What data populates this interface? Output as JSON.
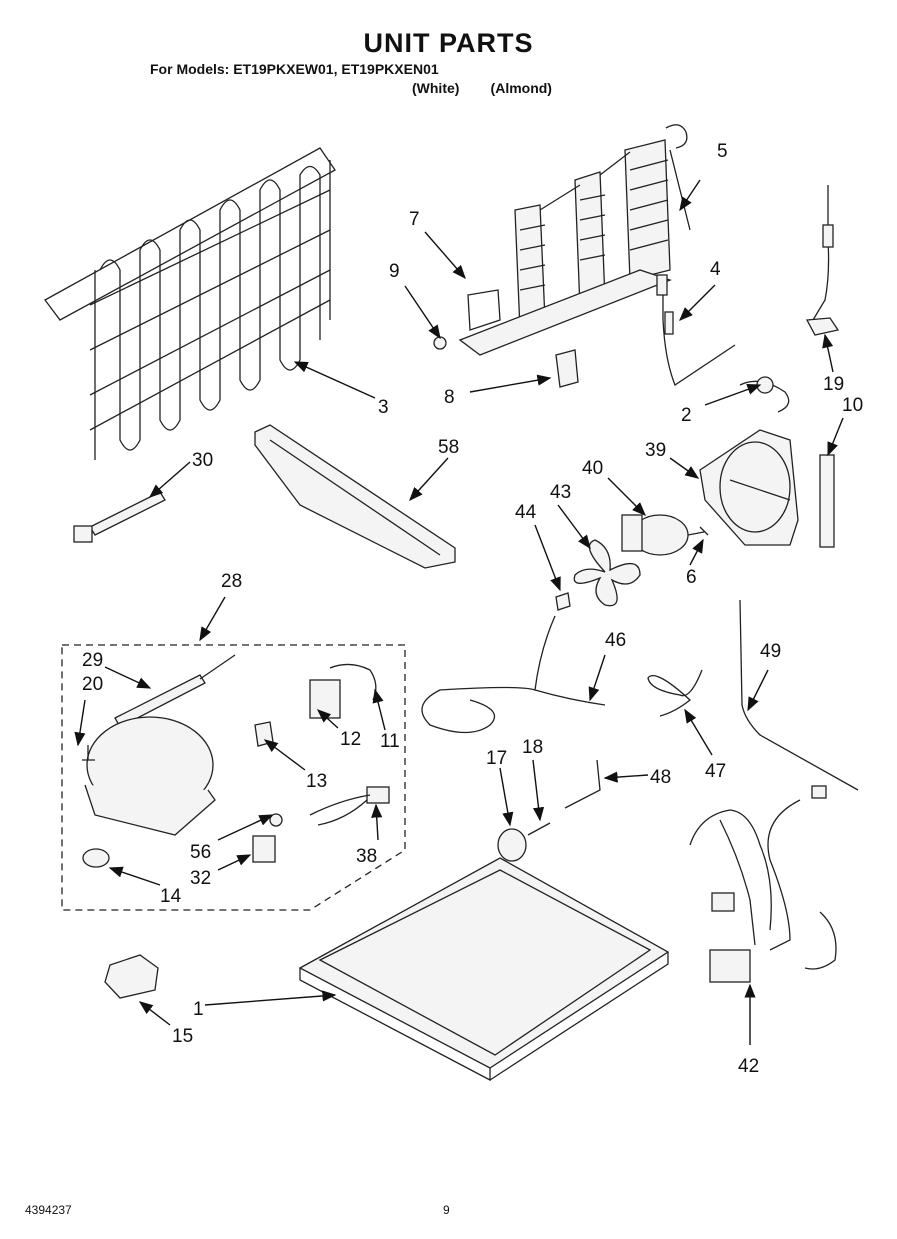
{
  "header": {
    "title": "UNIT PARTS",
    "models": "For Models: ET19PKXEW01, ET19PKXEN01",
    "colors": "(White)        (Almond)"
  },
  "footer": {
    "doc_number": "4394237",
    "page_number": "9"
  },
  "callouts": {
    "c1": "1",
    "c2": "2",
    "c3": "3",
    "c4": "4",
    "c5": "5",
    "c6": "6",
    "c7": "7",
    "c8": "8",
    "c9": "9",
    "c10": "10",
    "c11": "11",
    "c12": "12",
    "c13": "13",
    "c14": "14",
    "c15": "15",
    "c17": "17",
    "c18": "18",
    "c19": "19",
    "c20": "20",
    "c28": "28",
    "c29": "29",
    "c30": "30",
    "c32": "32",
    "c38": "38",
    "c39": "39",
    "c40": "40",
    "c42": "42",
    "c43": "43",
    "c44": "44",
    "c46": "46",
    "c47": "47",
    "c48": "48",
    "c49": "49",
    "c56": "56",
    "c58": "58"
  }
}
